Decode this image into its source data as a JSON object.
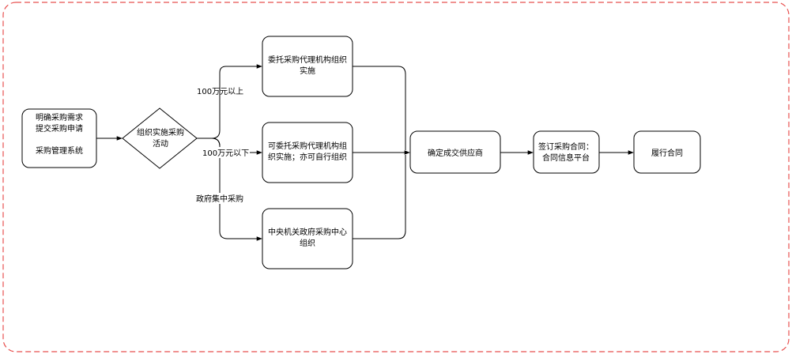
{
  "colors": {
    "frame": "#e8504f",
    "stroke": "#000000",
    "fill": "#ffffff"
  },
  "nodes": {
    "start": {
      "line1": "明确采购需求",
      "line2": "提交采购申请",
      "line3": "采购管理系统"
    },
    "decision": {
      "line1": "组织实施采购",
      "line2": "活动"
    },
    "agent_org": {
      "line1": "委托采购代理机构组织",
      "line2": "实施"
    },
    "optional_agent": {
      "line1": "可委托采购代理机构组",
      "line2": "织实施；亦可自行组织"
    },
    "central_center": {
      "line1": "中央机关政府采购中心",
      "line2": "组织"
    },
    "confirm_supplier": {
      "label": "确定成交供应商"
    },
    "sign_contract": {
      "line1": "签订采购合同：",
      "line2": "合同信息平台"
    },
    "perform_contract": {
      "label": "履行合同"
    }
  },
  "edges": {
    "above_1m": "100万元以上",
    "below_1m": "100万元以下",
    "centralized": "政府集中采购"
  }
}
